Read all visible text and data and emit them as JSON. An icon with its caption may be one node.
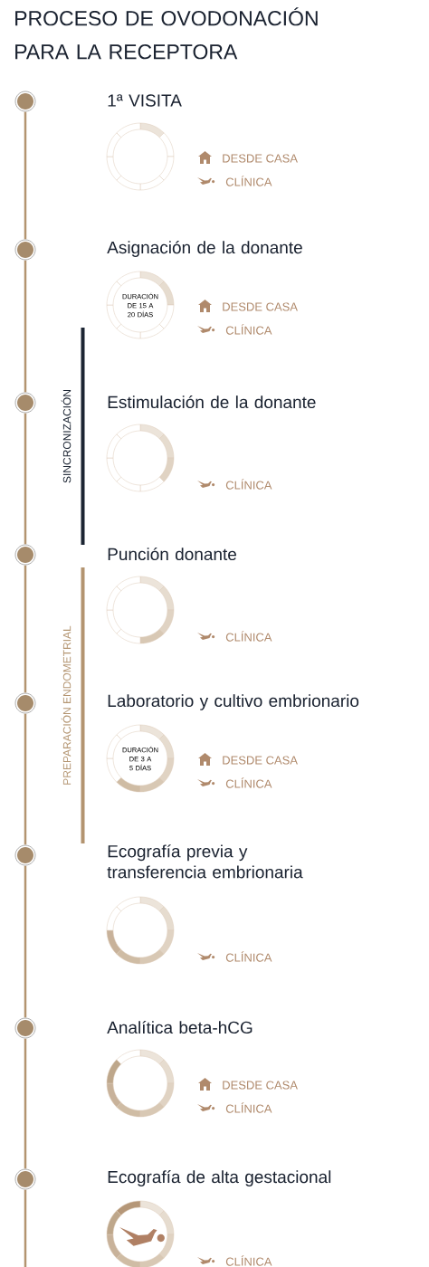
{
  "diagram": {
    "title": "PROCESO DE OVODONACIÓN PARA LA RECEPTORA",
    "nodes": [
      {
        "text": [],
        "shape": "circle"
      },
      {
        "text": [],
        "shape": "circle"
      },
      {
        "text": [],
        "shape": "circle"
      },
      {
        "text": [
          "DURACIÓN DE 15 A 20 DÍAS"
        ]
      },
      {
        "text": [],
        "shape": "circle"
      },
      {
        "text": [],
        "shape": "circle"
      },
      {
        "text": [],
        "shape": "circle"
      },
      {
        "text": [],
        "shape": "circle"
      },
      {
        "text": [],
        "shape": "circle"
      },
      {
        "text": [
          "DURACIÓN DE 3 A 5 DÍAS"
        ]
      },
      {
        "text": [],
        "shape": "circle"
      },
      {
        "text": [],
        "shape": "circle"
      },
      {
        "text": [],
        "shape": "circle"
      },
      {
        "text": [],
        "shape": "circle"
      },
      {
        "text": [],
        "shape": "circle"
      },
      {
        "text": [],
        "shape": "circle"
      }
    ],
    "edges": [
      {
        "from": 0,
        "to": 2,
        "arrow": "none"
      },
      {
        "from": 2,
        "to": 4,
        "arrow": "none"
      },
      {
        "from": 4,
        "to": 6,
        "arrow": "none"
      },
      {
        "from": 6,
        "to": 8,
        "arrow": "none"
      },
      {
        "from": 8,
        "to": 10,
        "arrow": "none"
      },
      {
        "from": 10,
        "to": 12,
        "arrow": "none"
      },
      {
        "from": 12,
        "to": 14,
        "arrow": "none"
      },
      {
        "from": 14,
        "to": null,
        "arrow": "none"
      }
    ],
    "labels": [
      "1ª VISITA",
      "DESDE CASA",
      "CLÍNICA",
      "Asignación de la donante",
      "DESDE CASA",
      "CLÍNICA",
      "SINCRONIZACIÓN",
      "Estimulación de la donante",
      "CLÍNICA",
      "Punción donante",
      "PREPARACIÓN ENDOMETRIAL",
      "CLÍNICA",
      "Laboratorio y cultivo embrionario",
      "DESDE CASA",
      "CLÍNICA",
      "Ecografía previa y transferencia embrionaria",
      "CLÍNICA",
      "Analítica beta-hCG",
      "DESDE CASA",
      "CLÍNICA",
      "Ecografía de alta gestacional",
      "CLÍNICA"
    ]
  }
}
